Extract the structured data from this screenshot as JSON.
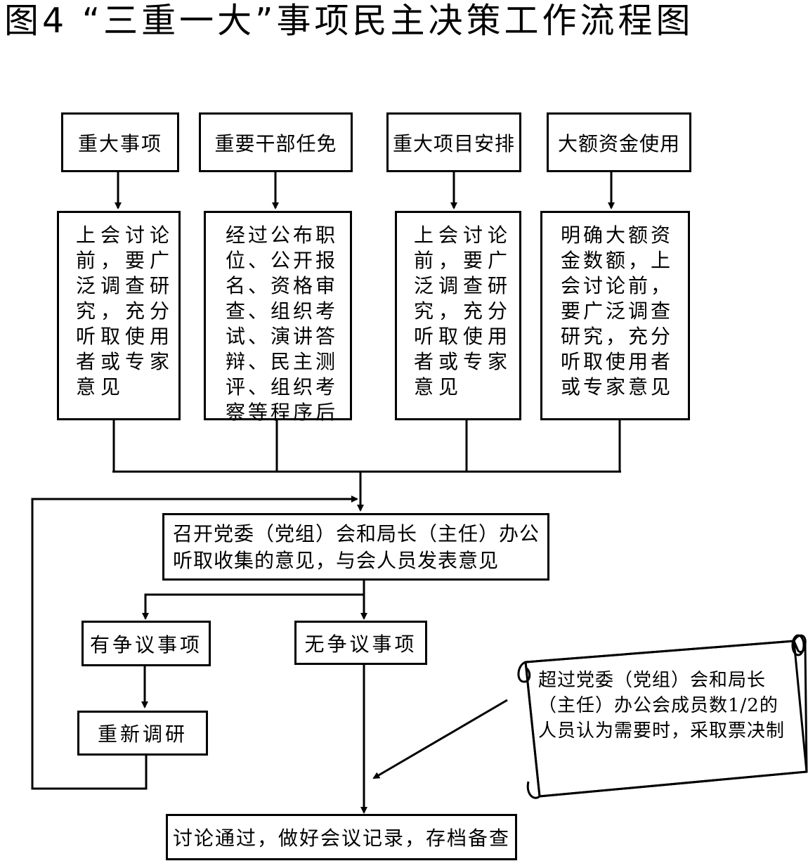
{
  "title": "图4 “三重一大”事项民主决策工作流程图",
  "categories": [
    "重大事项",
    "重要干部任免",
    "重大项目安排",
    "大额资金使用"
  ],
  "descriptions": [
    "上会讨论\n前，要广\n泛调查研\n究，充分\n听取使用\n者或专家\n意见",
    "经过公布职\n位、公开报\n名、资格审\n查、组织考\n试、演讲答\n辩、民主测\n评、组织考\n察等程序后",
    "上会讨论\n前，要广\n泛调查研\n究，充分\n听取使用\n者或专家\n意见",
    "明确大额资\n金数额，上\n会讨论前，\n要广泛调查\n研究，充分\n听取使用者\n或专家意见"
  ],
  "meeting": "召开党委（党组）会和局长（主任）办公听取收集的意见，与会人员发表意见",
  "disputed": "有争议事项",
  "undisputed": "无争议事项",
  "reinvestigate": "重新调研",
  "final": "讨论通过，做好会议记录，存档备查",
  "scroll_note": "超过党委（党组）会和局长（主任）办公会成员数1/2的人员认为需要时，采取票决制"
}
